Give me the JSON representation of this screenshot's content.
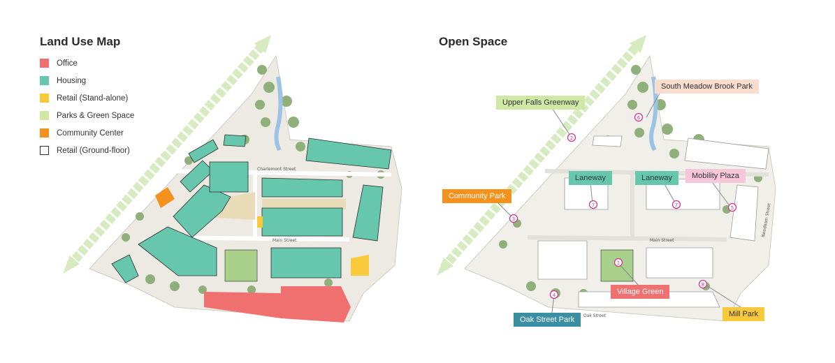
{
  "land_use": {
    "title": "Land Use Map",
    "legend": [
      {
        "label": "Office",
        "color": "#f07070",
        "outline": false
      },
      {
        "label": "Housing",
        "color": "#66c7ad",
        "outline": false
      },
      {
        "label": "Retail (Stand-alone)",
        "color": "#f8c93a",
        "outline": false
      },
      {
        "label": "Parks & Green Space",
        "color": "#cfe8a6",
        "outline": false
      },
      {
        "label": "Community Center",
        "color": "#f5921e",
        "outline": false
      },
      {
        "label": "Retail (Ground-floor)",
        "color": "#ffffff",
        "outline": true
      }
    ],
    "streets": {
      "charlemont": "Charlemont Street",
      "main": "Main Street"
    }
  },
  "open_space": {
    "title": "Open Space",
    "callouts": [
      {
        "id": "south-meadow-brook-park",
        "label": "South Meadow Brook Park",
        "bg": "#f8dccd",
        "fg": "#333333",
        "marker": "6"
      },
      {
        "id": "upper-falls-greenway",
        "label": "Upper Falls Greenway",
        "bg": "#cfe8a6",
        "fg": "#333333",
        "marker": "2"
      },
      {
        "id": "laneway-1",
        "label": "Laneway",
        "bg": "#66c7ad",
        "fg": "#1f3b34",
        "marker": "7"
      },
      {
        "id": "laneway-2",
        "label": "Laneway",
        "bg": "#66c7ad",
        "fg": "#1f3b34",
        "marker": "7"
      },
      {
        "id": "mobility-plaza",
        "label": "Mobility Plaza",
        "bg": "#f7c7d9",
        "fg": "#333333",
        "marker": "5"
      },
      {
        "id": "community-park",
        "label": "Community Park",
        "bg": "#f5921e",
        "fg": "#ffffff",
        "marker": "3"
      },
      {
        "id": "village-green",
        "label": "Village Green",
        "bg": "#f07070",
        "fg": "#ffffff",
        "marker": "1"
      },
      {
        "id": "oak-street-park",
        "label": "Oak Street Park",
        "bg": "#3a8fa3",
        "fg": "#ffffff",
        "marker": "4"
      },
      {
        "id": "mill-park",
        "label": "Mill Park",
        "bg": "#f8c93a",
        "fg": "#333333",
        "marker": "8"
      }
    ],
    "streets": {
      "main": "Main Street",
      "needham": "Needham Street",
      "oak": "Oak Street"
    }
  }
}
